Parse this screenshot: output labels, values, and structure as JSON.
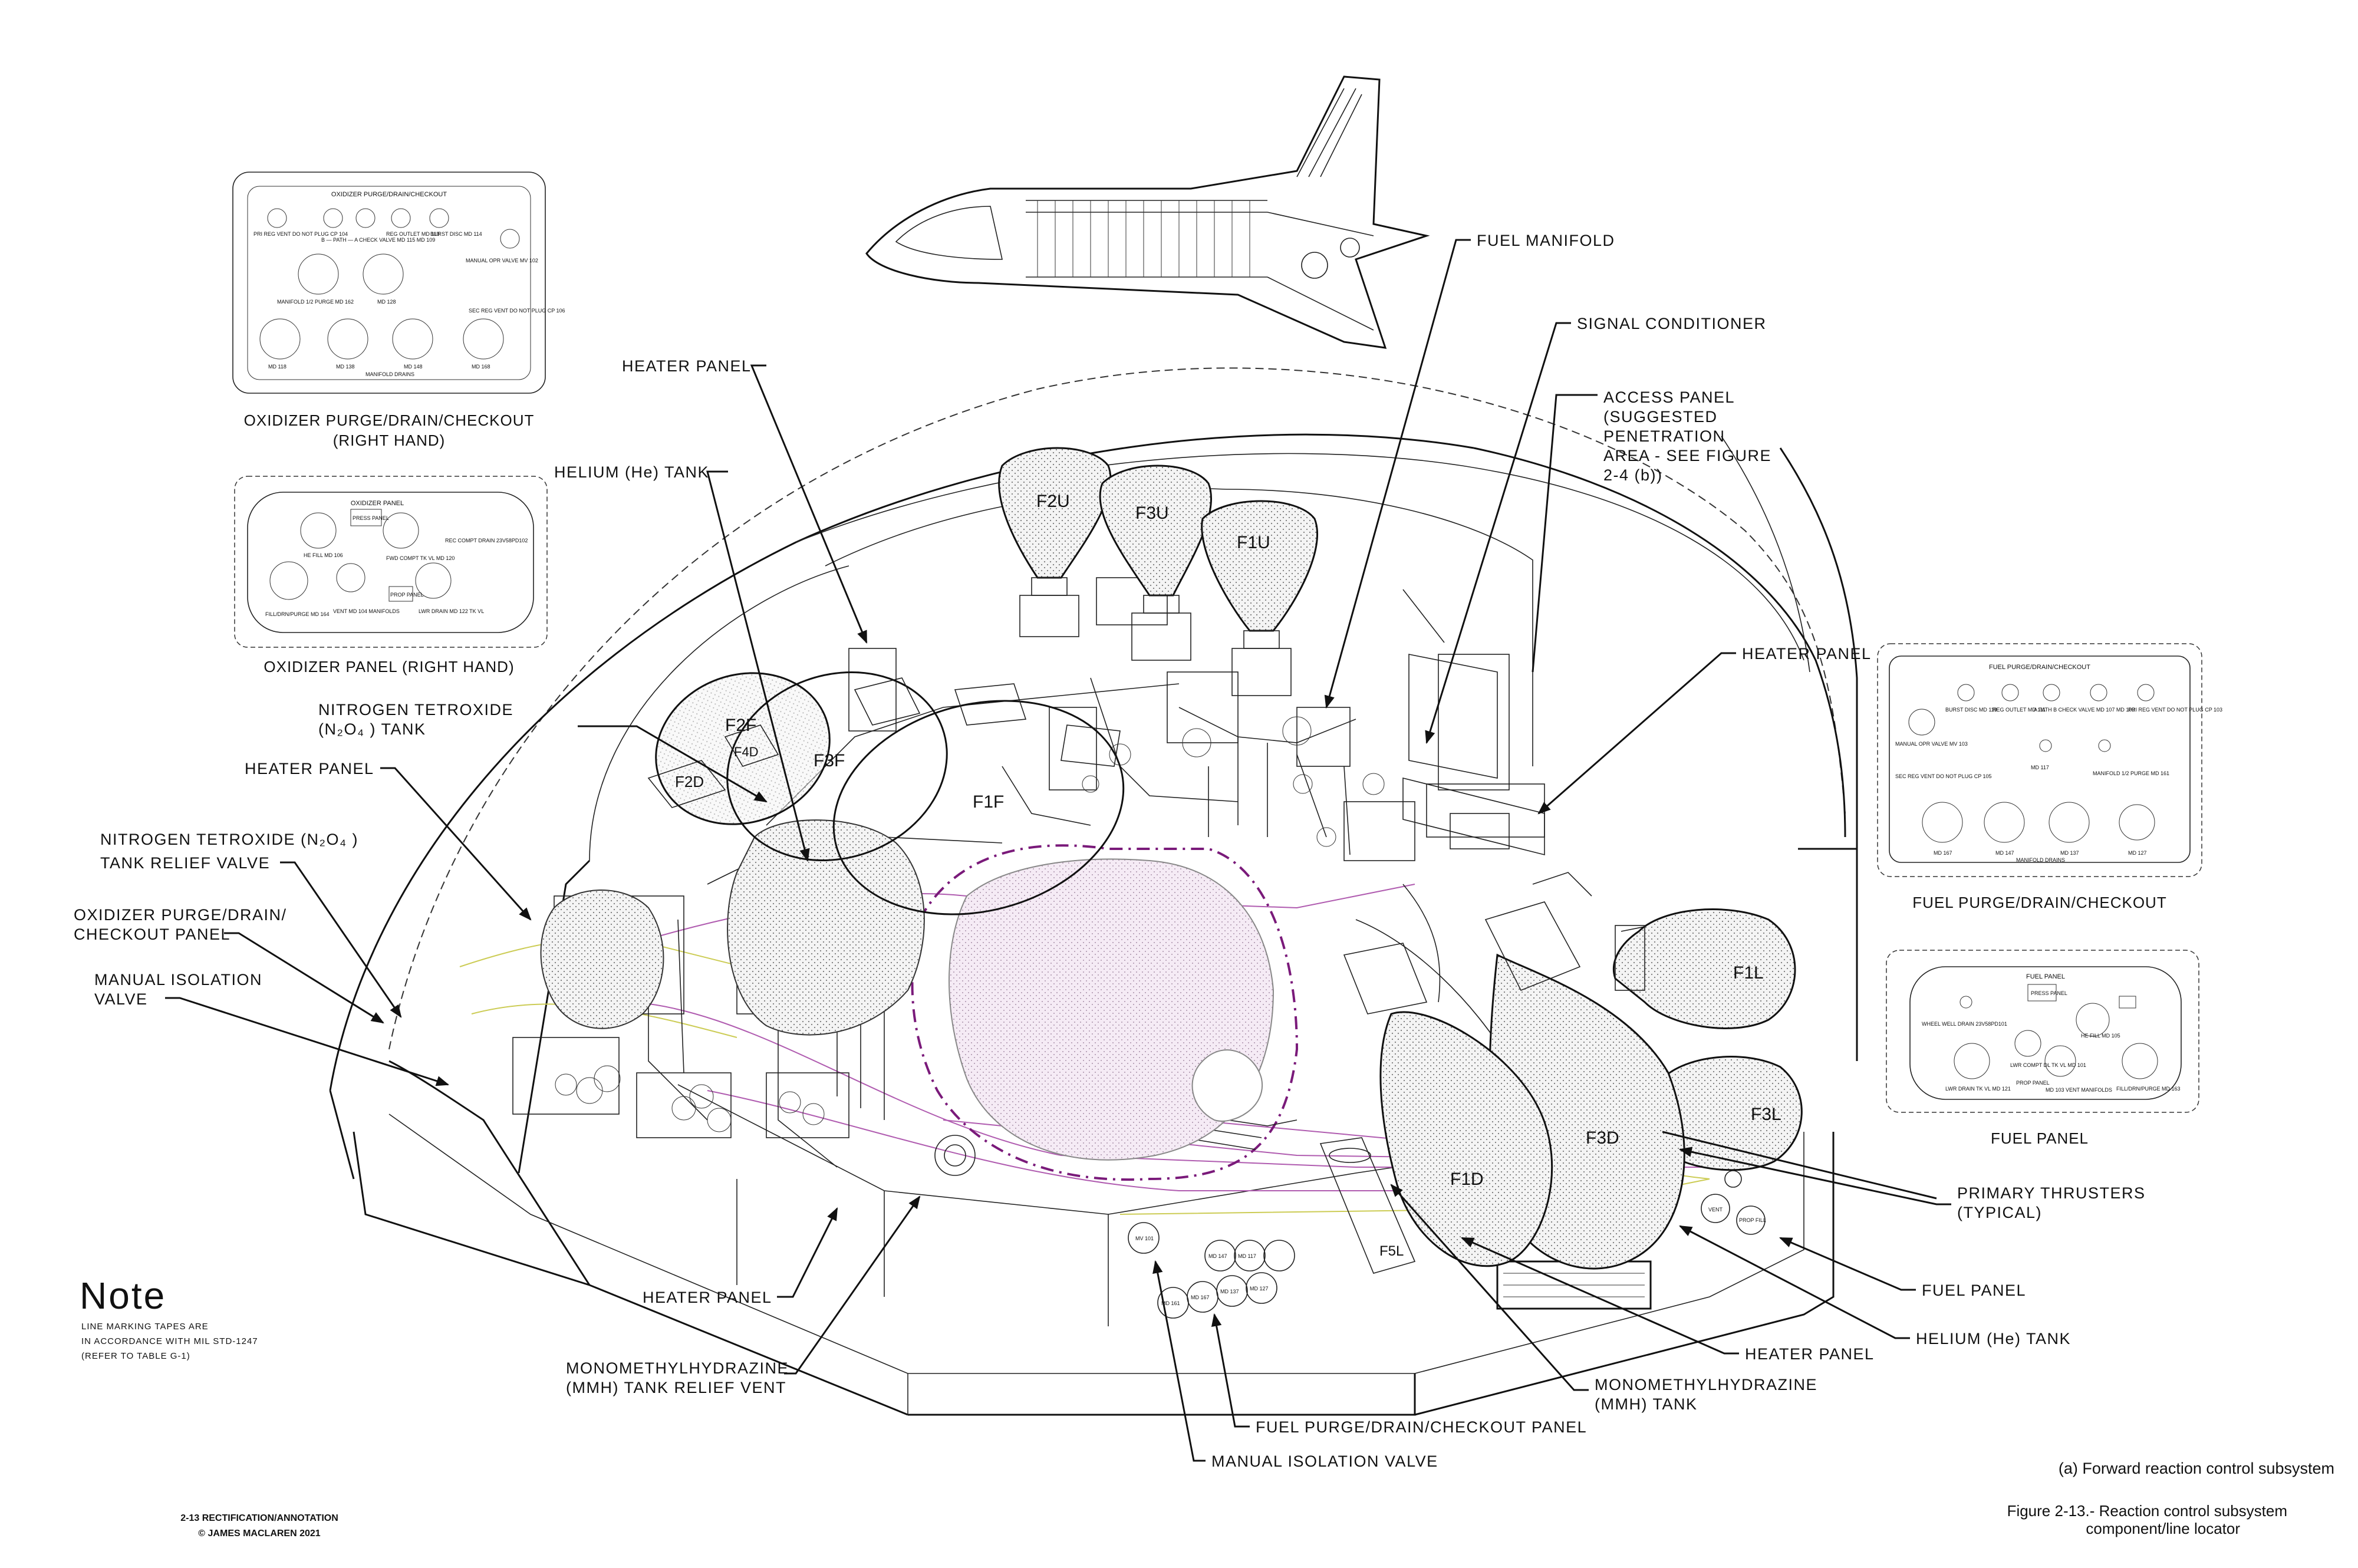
{
  "labels": {
    "fuel_manifold": "FUEL MANIFOLD",
    "signal_conditioner": "SIGNAL CONDITIONER",
    "access_panel": [
      "ACCESS PANEL",
      "(SUGGESTED",
      "PENETRATION",
      "AREA - SEE FIGURE",
      "2-4 (b))"
    ],
    "heater_panel_top": "HEATER PANEL",
    "helium_tank_left": "HELIUM (He) TANK",
    "n2o4_tank": [
      "NITROGEN TETROXIDE",
      "(N₂O₄ ) TANK"
    ],
    "heater_panel_left": "HEATER PANEL",
    "n2o4_relief": [
      "NITROGEN TETROXIDE (N₂O₄ )",
      "TANK RELIEF VALVE"
    ],
    "oxidizer_pdc_panel": [
      "OXIDIZER PURGE/DRAIN/",
      "CHECKOUT PANEL"
    ],
    "manual_iso_left": [
      "MANUAL ISOLATION",
      "VALVE"
    ],
    "heater_panel_right": "HEATER PANEL",
    "primary_thrusters": [
      "PRIMARY THRUSTERS",
      "(TYPICAL)"
    ],
    "fuel_panel": "FUEL PANEL",
    "helium_tank_right": "HELIUM (He) TANK",
    "heater_panel_lower_right": "HEATER PANEL",
    "mmh_tank": [
      "MONOMETHYLHYDRAZINE",
      "(MMH) TANK"
    ],
    "fuel_pdc_panel": "FUEL PURGE/DRAIN/CHECKOUT PANEL",
    "manual_iso_bottom": "MANUAL ISOLATION VALVE",
    "heater_panel_bottom": "HEATER PANEL",
    "mmh_relief": [
      "MONOMETHYLHYDRAZINE",
      "(MMH) TANK RELIEF VENT"
    ]
  },
  "thrusters": [
    "F2U",
    "F3U",
    "F1U",
    "F1L",
    "F3L",
    "F3D",
    "F1D",
    "F5L",
    "F2F",
    "F4D",
    "F3F",
    "F1F",
    "F2D"
  ],
  "inset_captions": {
    "ox_pdc": [
      "OXIDIZER PURGE/DRAIN/CHECKOUT",
      "(RIGHT HAND)"
    ],
    "ox_panel": "OXIDIZER PANEL (RIGHT HAND)",
    "fuel_pdc": "FUEL PURGE/DRAIN/CHECKOUT",
    "fuel_panel": "FUEL PANEL"
  },
  "insets": {
    "ox_pdc": {
      "title": "OXIDIZER PURGE/DRAIN/CHECKOUT",
      "items": [
        "PRI REG VENT DO NOT PLUG CP 104",
        "B — PATH — A CHECK VALVE MD 115   MD 109",
        "REG OUTLET MD 113",
        "BURST DISC MD 114",
        "MANUAL OPR VALVE MV 102",
        "MANIFOLD 1/2 PURGE MD 162",
        "MD 128",
        "SEC REG VENT DO NOT PLUG CP 106",
        "MD 118",
        "MD 138",
        "MD 148",
        "MD 168",
        "MANIFOLD DRAINS"
      ]
    },
    "ox_panel": {
      "title": "OXIDIZER PANEL",
      "items": [
        "PRESS PANEL",
        "REC COMPT DRAIN 23V58PD102",
        "HE FILL MD 106",
        "FWD COMPT TK VL MD 120",
        "FILL/DRN/PURGE MD 164",
        "VENT MD 104 MANIFOLDS",
        "PROP PANEL",
        "LWR DRAIN MD 122 TK VL"
      ]
    },
    "fuel_pdc": {
      "title": "FUEL PURGE/DRAIN/CHECKOUT",
      "items": [
        "MANUAL OPR VALVE MV 103",
        "BURST DISC MD 119",
        "REG OUTLET MD 111",
        "A PATH B CHECK VALVE MD 107   MD 109",
        "PRI REG VENT DO NOT PLUG CP 103",
        "SEC REG VENT DO NOT PLUG CP 105",
        "MD 117",
        "MANIFOLD 1/2 PURGE MD 161",
        "MD 167",
        "MD 147",
        "MD 137",
        "MD 127",
        "MANIFOLD DRAINS"
      ]
    },
    "fuel_panel": {
      "title": "FUEL PANEL",
      "items": [
        "PRESS PANEL",
        "HE FILL MD 105",
        "WHEEL WELL DRAIN 23V58PD101",
        "LWR COMPT DL TK VL MD 101",
        "LWR DRAIN TK VL MD 121",
        "PROP PANEL",
        "MD 103 VENT MANIFOLDS",
        "FILL/DRN/PURGE MD 163"
      ]
    }
  },
  "valve_tags": [
    "VENT",
    "PROP FILL",
    "MV 101",
    "MD 161",
    "MD 167",
    "MD 137",
    "MD 127",
    "MD 147",
    "MD 117"
  ],
  "note": {
    "heading": "Note",
    "lines": [
      "LINE MARKING TAPES ARE",
      "IN ACCORDANCE WITH MIL STD-1247",
      "(REFER TO TABLE G-1)"
    ]
  },
  "credit": [
    "2-13 RECTIFICATION/ANNOTATION",
    "© JAMES MACLAREN 2021"
  ],
  "figure": {
    "subcaption": "(a) Forward reaction control subsystem",
    "caption": [
      "Figure 2-13.-  Reaction control subsystem",
      "component/line locator"
    ]
  },
  "colors": {
    "ink": "#111111",
    "mmh_fill": "#f2e6f2",
    "line_pink": "#b05cb0",
    "line_yellow": "#cccc55",
    "line_purple": "#7a1a7a"
  }
}
